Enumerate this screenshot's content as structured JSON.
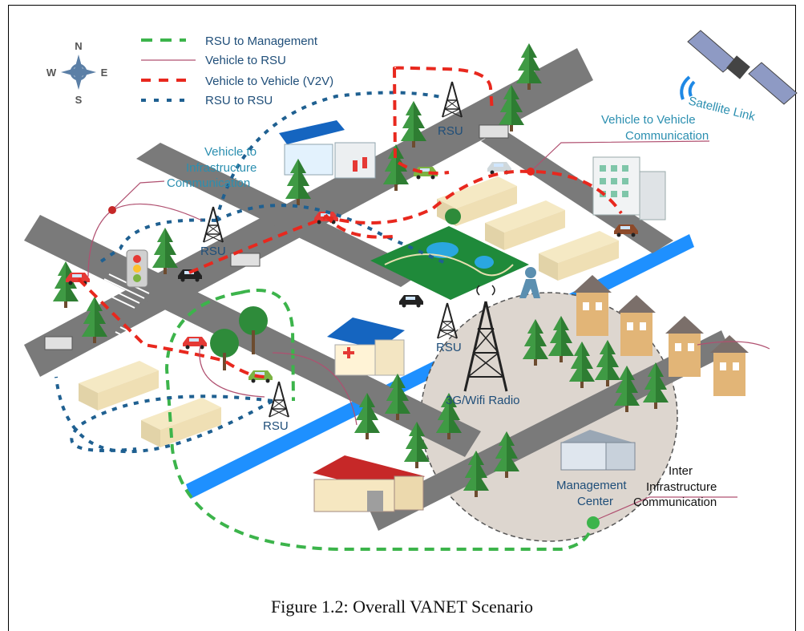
{
  "legend": {
    "items": [
      {
        "label": "RSU to Management",
        "color": "#3cb44b",
        "style": "dashed-long"
      },
      {
        "label": "Vehicle to RSU",
        "color": "#b05070",
        "style": "thin-solid"
      },
      {
        "label": "Vehicle to Vehicle (V2V)",
        "color": "#e8281e",
        "style": "dashed-bold"
      },
      {
        "label": "RSU to RSU",
        "color": "#1f6091",
        "style": "dashed-short"
      }
    ]
  },
  "compass": {
    "n": "N",
    "s": "S",
    "e": "E",
    "w": "W"
  },
  "labels": {
    "satellite_link": "Satellite Link",
    "v2v_comm_1": "Vehicle to Vehicle",
    "v2v_comm_2": "Communication",
    "v2i_1": "Vehicle to",
    "v2i_2": "Infrastructure",
    "v2i_3": "Communication",
    "rsu": "RSU",
    "radio": "3G/Wifi Radio",
    "mgmt_1": "Management",
    "mgmt_2": "Center",
    "inter_1": "Inter",
    "inter_2": "Infrastructure",
    "inter_3": "Communication"
  },
  "colors": {
    "road": "#7a7a7a",
    "water": "#1e90ff",
    "tree": "#2e7d32",
    "link_green": "#3cb44b",
    "link_red": "#e8281e",
    "link_blue": "#1f6091",
    "label_teal": "#2b8fb0",
    "label_blue": "#1f4e79"
  },
  "caption": "Figure 1.2: Overall VANET Scenario"
}
